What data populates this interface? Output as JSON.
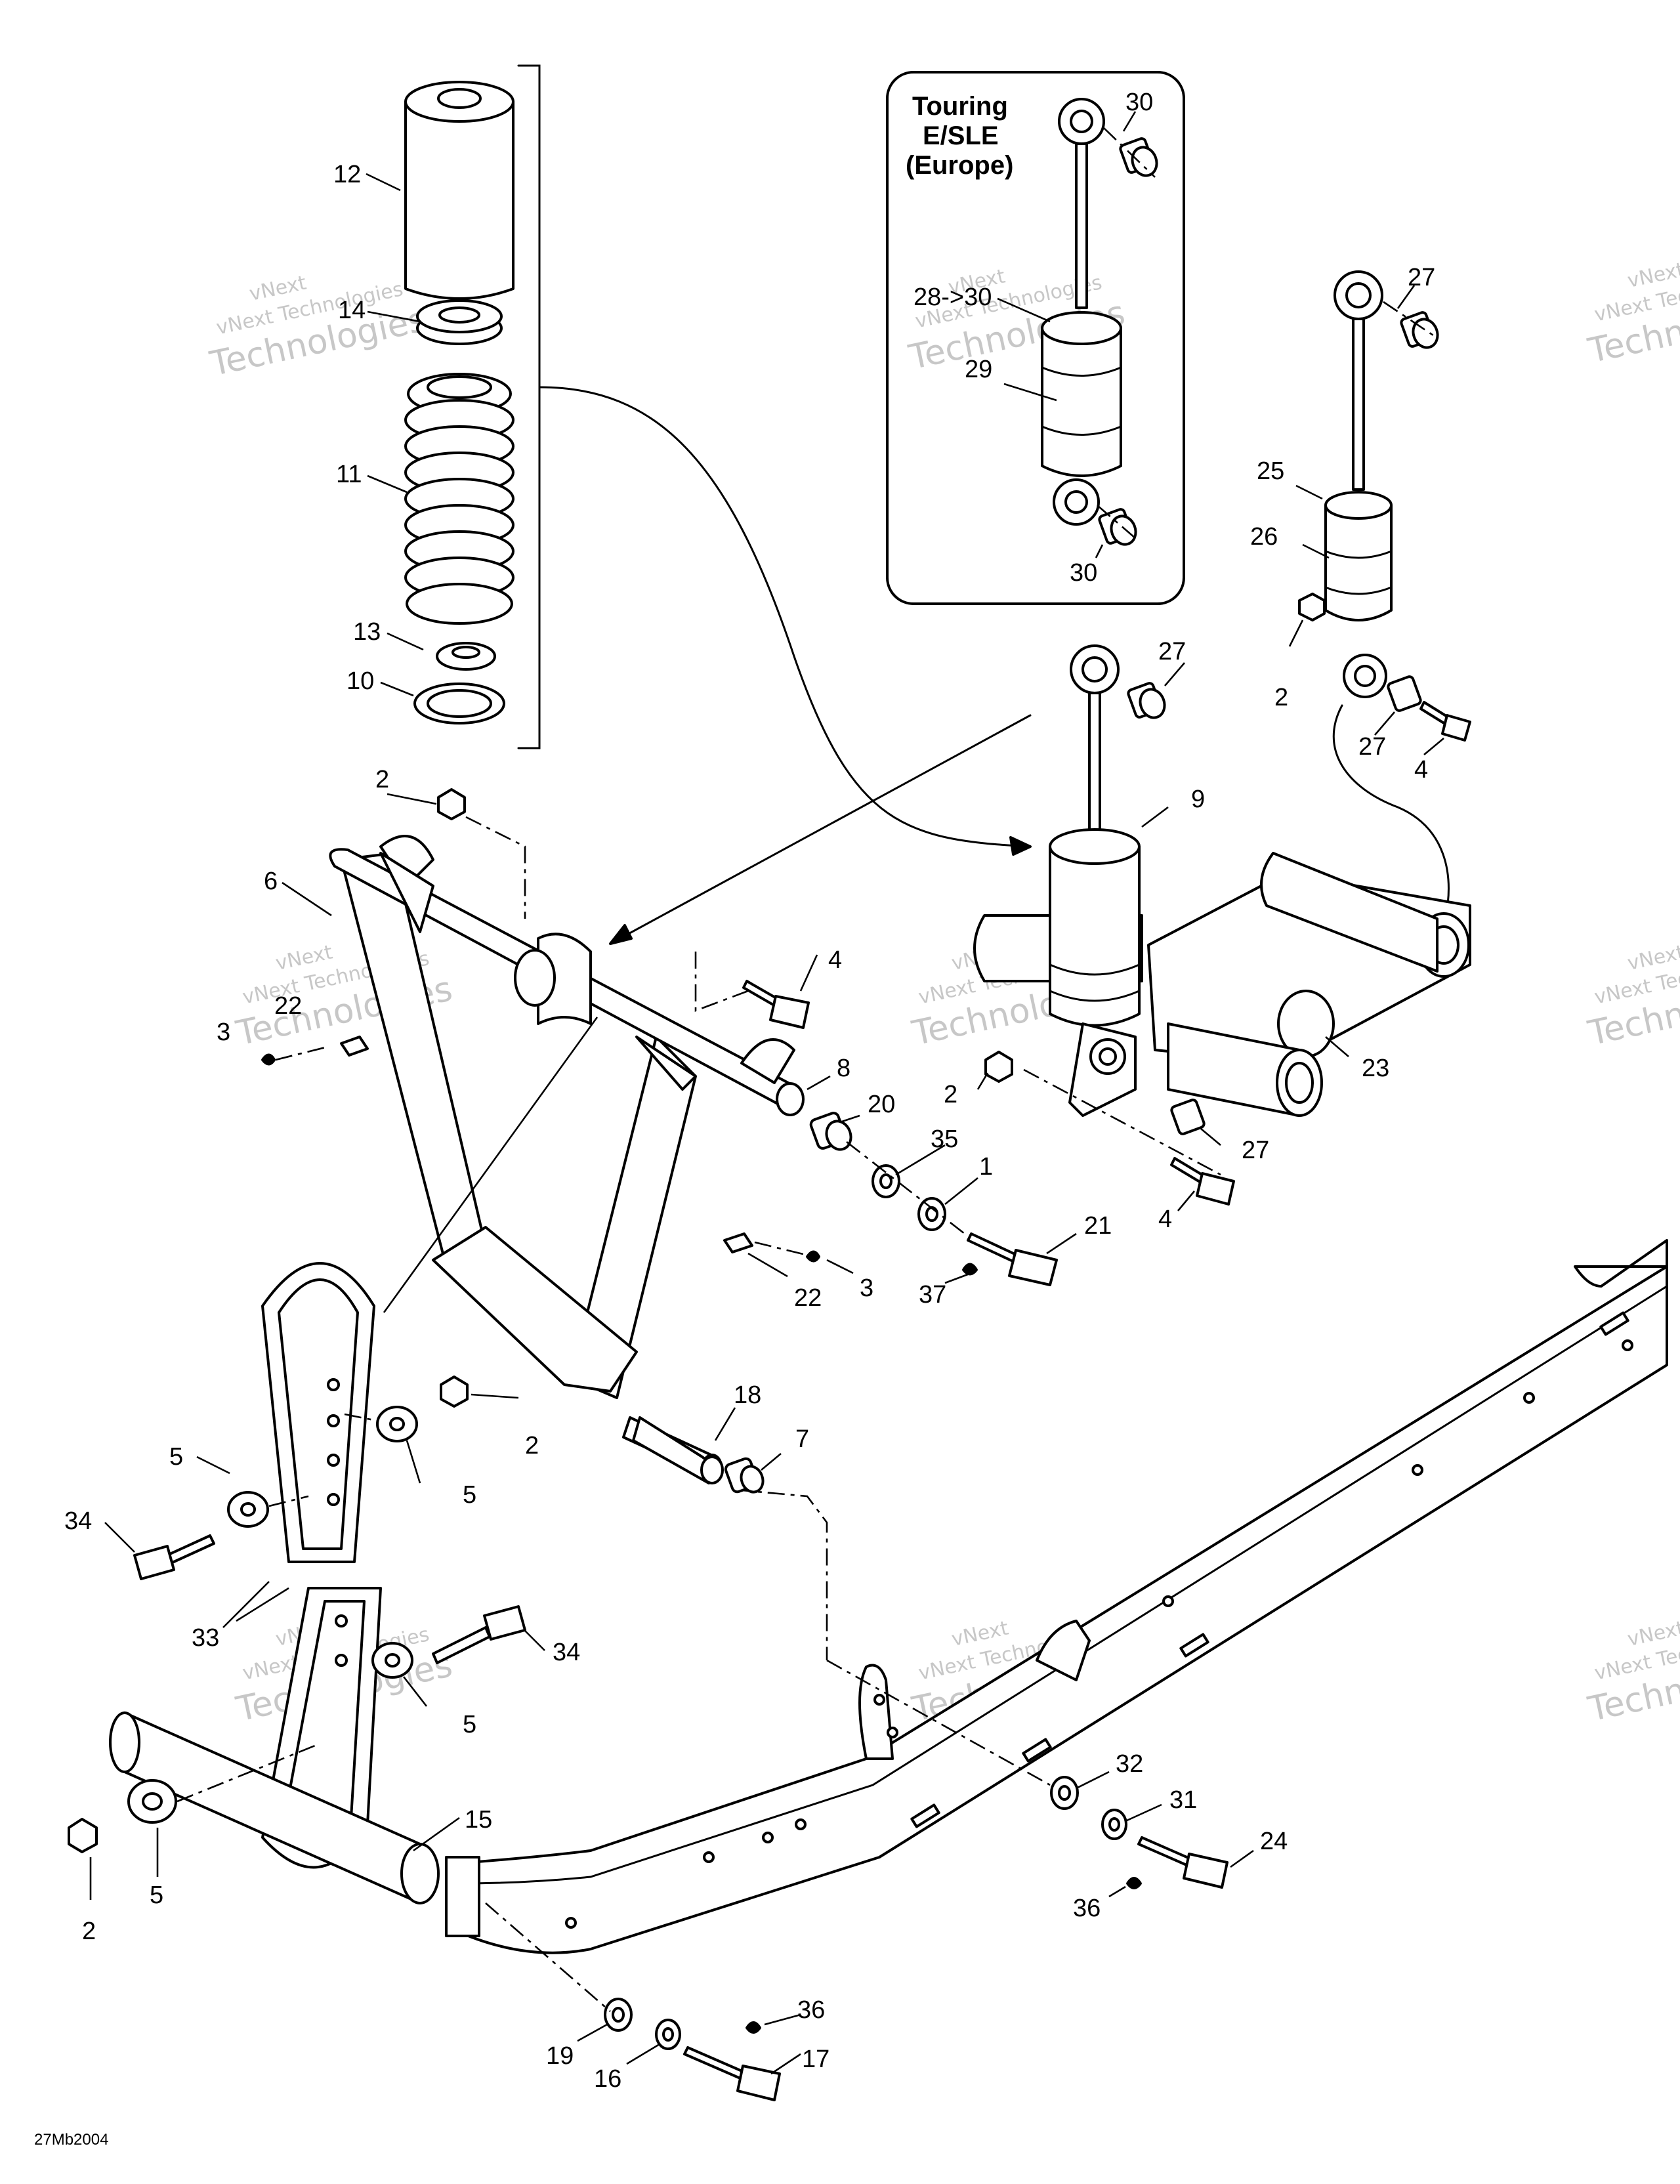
{
  "drawing_code": "27Mb2004",
  "inset": {
    "title_lines": [
      "Touring",
      "E/SLE",
      "(Europe)"
    ]
  },
  "watermark": {
    "line1": "vNext",
    "line2": "vNext Technologies",
    "line3": "Technologies"
  },
  "callouts": [
    {
      "id": "c12",
      "text": "12"
    },
    {
      "id": "c14",
      "text": "14"
    },
    {
      "id": "c11",
      "text": "11"
    },
    {
      "id": "c13",
      "text": "13"
    },
    {
      "id": "c10",
      "text": "10"
    },
    {
      "id": "c30a",
      "text": "30"
    },
    {
      "id": "c28",
      "text": "28->30"
    },
    {
      "id": "c29",
      "text": "29"
    },
    {
      "id": "c30b",
      "text": "30"
    },
    {
      "id": "c27a",
      "text": "27"
    },
    {
      "id": "c25",
      "text": "25"
    },
    {
      "id": "c26",
      "text": "26"
    },
    {
      "id": "c2a",
      "text": "2"
    },
    {
      "id": "c27b",
      "text": "27"
    },
    {
      "id": "c4a",
      "text": "4"
    },
    {
      "id": "c27c",
      "text": "27"
    },
    {
      "id": "c9",
      "text": "9"
    },
    {
      "id": "c2b",
      "text": "2"
    },
    {
      "id": "c6",
      "text": "6"
    },
    {
      "id": "c4b",
      "text": "4"
    },
    {
      "id": "c22a",
      "text": "22"
    },
    {
      "id": "c3a",
      "text": "3"
    },
    {
      "id": "c8",
      "text": "8"
    },
    {
      "id": "c20",
      "text": "20"
    },
    {
      "id": "c35",
      "text": "35"
    },
    {
      "id": "c1",
      "text": "1"
    },
    {
      "id": "c21",
      "text": "21"
    },
    {
      "id": "c37",
      "text": "37"
    },
    {
      "id": "c22b",
      "text": "22"
    },
    {
      "id": "c3b",
      "text": "3"
    },
    {
      "id": "c23",
      "text": "23"
    },
    {
      "id": "c2c",
      "text": "2"
    },
    {
      "id": "c27d",
      "text": "27"
    },
    {
      "id": "c4c",
      "text": "4"
    },
    {
      "id": "c18",
      "text": "18"
    },
    {
      "id": "c7",
      "text": "7"
    },
    {
      "id": "c2d",
      "text": "2"
    },
    {
      "id": "c5a",
      "text": "5"
    },
    {
      "id": "c5b",
      "text": "5"
    },
    {
      "id": "c34a",
      "text": "34"
    },
    {
      "id": "c33",
      "text": "33"
    },
    {
      "id": "c34b",
      "text": "34"
    },
    {
      "id": "c5c",
      "text": "5"
    },
    {
      "id": "c15",
      "text": "15"
    },
    {
      "id": "c5d",
      "text": "5"
    },
    {
      "id": "c2e",
      "text": "2"
    },
    {
      "id": "c32",
      "text": "32"
    },
    {
      "id": "c31",
      "text": "31"
    },
    {
      "id": "c24",
      "text": "24"
    },
    {
      "id": "c36a",
      "text": "36"
    },
    {
      "id": "c36b",
      "text": "36"
    },
    {
      "id": "c19",
      "text": "19"
    },
    {
      "id": "c16",
      "text": "16"
    },
    {
      "id": "c17",
      "text": "17"
    }
  ]
}
